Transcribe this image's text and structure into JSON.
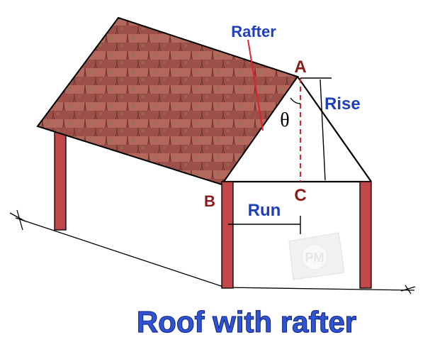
{
  "labels": {
    "rafter": "Rafter",
    "point_a": "A",
    "point_b": "B",
    "point_c": "C",
    "rise": "Rise",
    "run": "Run",
    "angle": "θ",
    "title": "Roof with rafter"
  },
  "watermark": "PM",
  "colors": {
    "label_blue": "#1f3fbf",
    "point_red": "#8b1a1a",
    "rafter_marker": "#e0202a",
    "dashed_line": "#e0202a",
    "post_fill": "#c0474a",
    "tile_base": "#a85a52",
    "outline": "#000000"
  }
}
